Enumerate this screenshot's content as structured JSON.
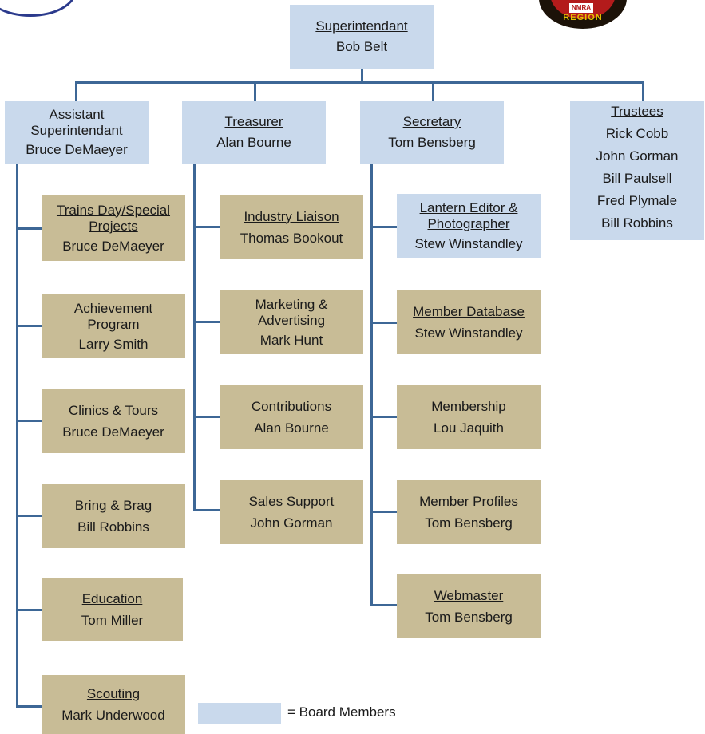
{
  "superintendant": {
    "title": "Superintendant",
    "name": "Bob Belt"
  },
  "assistant": {
    "title": "Assistant\nSuperintendant",
    "name": "Bruce DeMaeyer"
  },
  "treasurer": {
    "title": "Treasurer",
    "name": "Alan Bourne"
  },
  "secretary": {
    "title": "Secretary",
    "name": "Tom Bensberg"
  },
  "trustees": {
    "title": "Trustees",
    "names": [
      "Rick Cobb",
      "John Gorman",
      "Bill Paulsell",
      "Fred Plymale",
      "Bill Robbins"
    ]
  },
  "assistant_reports": [
    {
      "title": "Trains Day/Special\nProjects",
      "name": "Bruce DeMaeyer"
    },
    {
      "title": "Achievement\nProgram",
      "name": "Larry Smith"
    },
    {
      "title": "Clinics & Tours",
      "name": "Bruce DeMaeyer"
    },
    {
      "title": "Bring & Brag",
      "name": "Bill Robbins"
    },
    {
      "title": "Education",
      "name": "Tom Miller"
    },
    {
      "title": "Scouting",
      "name": "Mark Underwood"
    }
  ],
  "treasurer_reports": [
    {
      "title": "Industry Liaison",
      "name": "Thomas Bookout"
    },
    {
      "title": "Marketing &\nAdvertising",
      "name": "Mark Hunt"
    },
    {
      "title": "Contributions",
      "name": "Alan Bourne"
    },
    {
      "title": "Sales Support",
      "name": "John Gorman"
    }
  ],
  "secretary_reports": [
    {
      "title": "Lantern Editor &\nPhotographer",
      "name": "Stew Winstandley"
    },
    {
      "title": "Member Database",
      "name": "Stew Winstandley"
    },
    {
      "title": "Membership",
      "name": "Lou Jaquith"
    },
    {
      "title": "Member Profiles",
      "name": "Tom Bensberg"
    },
    {
      "title": "Webmaster",
      "name": "Tom Bensberg"
    }
  ],
  "legend": {
    "text": "= Board Members"
  },
  "colors": {
    "board": "#c9d9ec",
    "committee": "#c8bc96",
    "connector": "#3d6796"
  }
}
